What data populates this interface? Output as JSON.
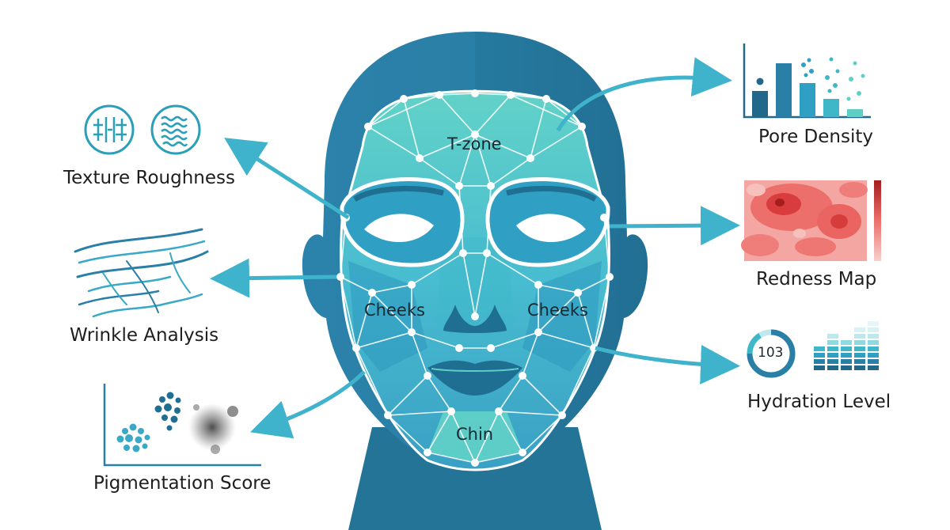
{
  "labels": {
    "texture": "Texture Roughness",
    "wrinkle": "Wrinkle Analysis",
    "pigmentation": "Pigmentation Score",
    "pore": "Pore Density",
    "redness": "Redness Map",
    "hydration": "Hydration Level"
  },
  "zones": {
    "tzone": "T-zone",
    "cheek_left": "Cheeks",
    "cheek_right": "Cheeks",
    "chin": "Chin"
  },
  "hydration_gauge": {
    "value": "103"
  },
  "icons": {
    "texture": [
      "grid-texture-icon",
      "wave-texture-icon"
    ],
    "wrinkle": "wrinkle-lines-icon",
    "pigmentation": "pigment-spots-icon",
    "pore": "pore-bar-chart-icon",
    "redness": "redness-heatmap-icon",
    "hydration": "hydration-gauge-icon"
  },
  "colors": {
    "head": "#2a7fa6",
    "head_dark": "#23688a",
    "face_teal": "#5fcfc6",
    "face_blue": "#3aa9c8",
    "mesh": "#ffffff",
    "arrow": "#3fb3cc",
    "heat_red": "#e84a4a",
    "text": "#1e1e1e"
  }
}
